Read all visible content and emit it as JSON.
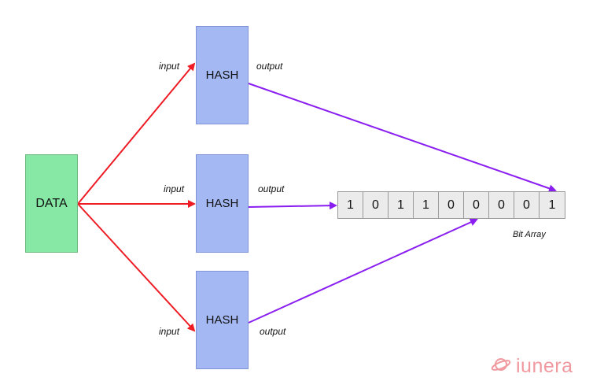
{
  "data_node": {
    "label": "DATA"
  },
  "hash_nodes": [
    {
      "label": "HASH",
      "input_label": "input",
      "output_label": "output"
    },
    {
      "label": "HASH",
      "input_label": "input",
      "output_label": "output"
    },
    {
      "label": "HASH",
      "input_label": "input",
      "output_label": "output"
    }
  ],
  "bit_array": {
    "label": "Bit Array",
    "bits": [
      "1",
      "0",
      "1",
      "1",
      "0",
      "0",
      "0",
      "0",
      "1"
    ]
  },
  "logo": {
    "text": "iunera",
    "icon": "planet-icon"
  },
  "colors": {
    "data_fill": "#86e8a4",
    "hash_fill": "#a4b8f4",
    "input_arrow": "#ee1c25",
    "output_arrow": "#8a1ef0",
    "bit_cell_fill": "#ebebeb",
    "logo": "#f09aa0"
  }
}
